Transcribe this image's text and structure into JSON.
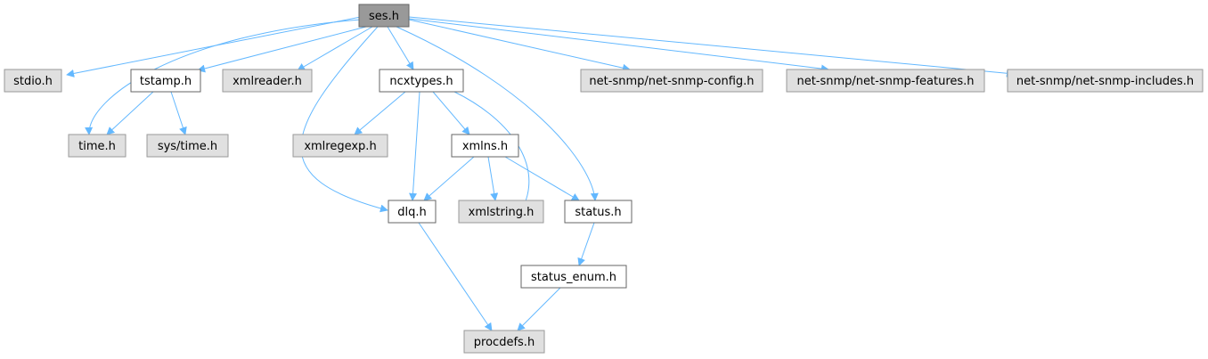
{
  "graph": {
    "colors": {
      "root_fill": "#999999",
      "root_border": "#666666",
      "external_fill": "#e0e0e0",
      "external_border": "#999999",
      "internal_fill": "#ffffff",
      "internal_border": "#666666",
      "edge": "#63b8ff"
    },
    "nodes": [
      {
        "id": "ses",
        "label": "ses.h",
        "style": "root"
      },
      {
        "id": "stdio",
        "label": "stdio.h",
        "style": "external"
      },
      {
        "id": "tstamp",
        "label": "tstamp.h",
        "style": "internal"
      },
      {
        "id": "xmlreader",
        "label": "xmlreader.h",
        "style": "external"
      },
      {
        "id": "ncxtypes",
        "label": "ncxtypes.h",
        "style": "internal"
      },
      {
        "id": "config",
        "label": "net-snmp/net-snmp-config.h",
        "style": "external"
      },
      {
        "id": "features",
        "label": "net-snmp/net-snmp-features.h",
        "style": "external"
      },
      {
        "id": "includes",
        "label": "net-snmp/net-snmp-includes.h",
        "style": "external"
      },
      {
        "id": "time",
        "label": "time.h",
        "style": "external"
      },
      {
        "id": "systime",
        "label": "sys/time.h",
        "style": "external"
      },
      {
        "id": "xmlregexp",
        "label": "xmlregexp.h",
        "style": "external"
      },
      {
        "id": "xmlns",
        "label": "xmlns.h",
        "style": "internal"
      },
      {
        "id": "dlq",
        "label": "dlq.h",
        "style": "internal"
      },
      {
        "id": "xmlstring",
        "label": "xmlstring.h",
        "style": "external"
      },
      {
        "id": "status",
        "label": "status.h",
        "style": "internal"
      },
      {
        "id": "status_enum",
        "label": "status_enum.h",
        "style": "internal"
      },
      {
        "id": "procdefs",
        "label": "procdefs.h",
        "style": "external"
      }
    ],
    "edges": [
      [
        "ses",
        "stdio"
      ],
      [
        "ses",
        "time"
      ],
      [
        "ses",
        "tstamp"
      ],
      [
        "ses",
        "xmlreader"
      ],
      [
        "ses",
        "dlq"
      ],
      [
        "ses",
        "ncxtypes"
      ],
      [
        "ses",
        "status"
      ],
      [
        "ses",
        "config"
      ],
      [
        "ses",
        "features"
      ],
      [
        "ses",
        "includes"
      ],
      [
        "tstamp",
        "time"
      ],
      [
        "tstamp",
        "systime"
      ],
      [
        "ncxtypes",
        "xmlregexp"
      ],
      [
        "ncxtypes",
        "dlq"
      ],
      [
        "ncxtypes",
        "xmlns"
      ],
      [
        "ncxtypes",
        "xmlstring"
      ],
      [
        "xmlns",
        "dlq"
      ],
      [
        "xmlns",
        "xmlstring"
      ],
      [
        "xmlns",
        "status"
      ],
      [
        "dlq",
        "procdefs"
      ],
      [
        "status",
        "status_enum"
      ],
      [
        "status_enum",
        "procdefs"
      ]
    ]
  }
}
